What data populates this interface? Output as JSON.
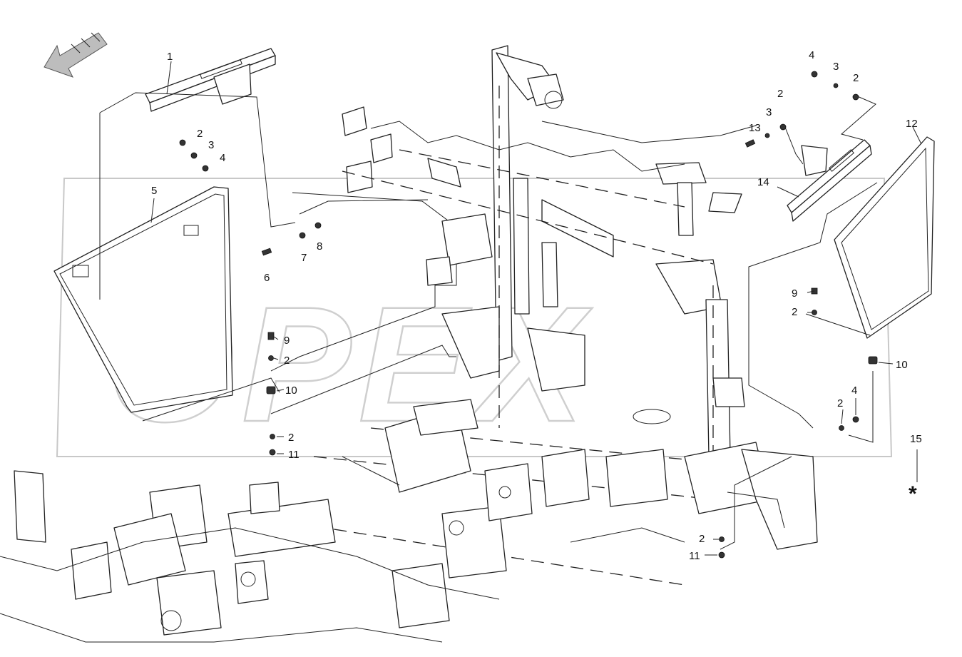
{
  "diagram": {
    "watermark_text": "OPEX",
    "callouts": [
      {
        "id": "c1",
        "text": "1"
      },
      {
        "id": "c2a",
        "text": "2"
      },
      {
        "id": "c3a",
        "text": "3"
      },
      {
        "id": "c4a",
        "text": "4"
      },
      {
        "id": "c5",
        "text": "5"
      },
      {
        "id": "c6",
        "text": "6"
      },
      {
        "id": "c7",
        "text": "7"
      },
      {
        "id": "c8",
        "text": "8"
      },
      {
        "id": "c9a",
        "text": "9"
      },
      {
        "id": "c2b",
        "text": "2"
      },
      {
        "id": "c10a",
        "text": "10"
      },
      {
        "id": "c2c",
        "text": "2"
      },
      {
        "id": "c11a",
        "text": "11"
      },
      {
        "id": "c4b",
        "text": "4"
      },
      {
        "id": "c3b",
        "text": "3"
      },
      {
        "id": "c2d",
        "text": "2"
      },
      {
        "id": "c2e",
        "text": "2"
      },
      {
        "id": "c3c",
        "text": "3"
      },
      {
        "id": "c13",
        "text": "13"
      },
      {
        "id": "c12",
        "text": "12"
      },
      {
        "id": "c14",
        "text": "14"
      },
      {
        "id": "c9b",
        "text": "9"
      },
      {
        "id": "c2f",
        "text": "2"
      },
      {
        "id": "c10b",
        "text": "10"
      },
      {
        "id": "c2g",
        "text": "2"
      },
      {
        "id": "c4c",
        "text": "4"
      },
      {
        "id": "c15",
        "text": "15"
      },
      {
        "id": "c2h",
        "text": "2"
      },
      {
        "id": "c11b",
        "text": "11"
      }
    ],
    "asterisk": "*"
  }
}
